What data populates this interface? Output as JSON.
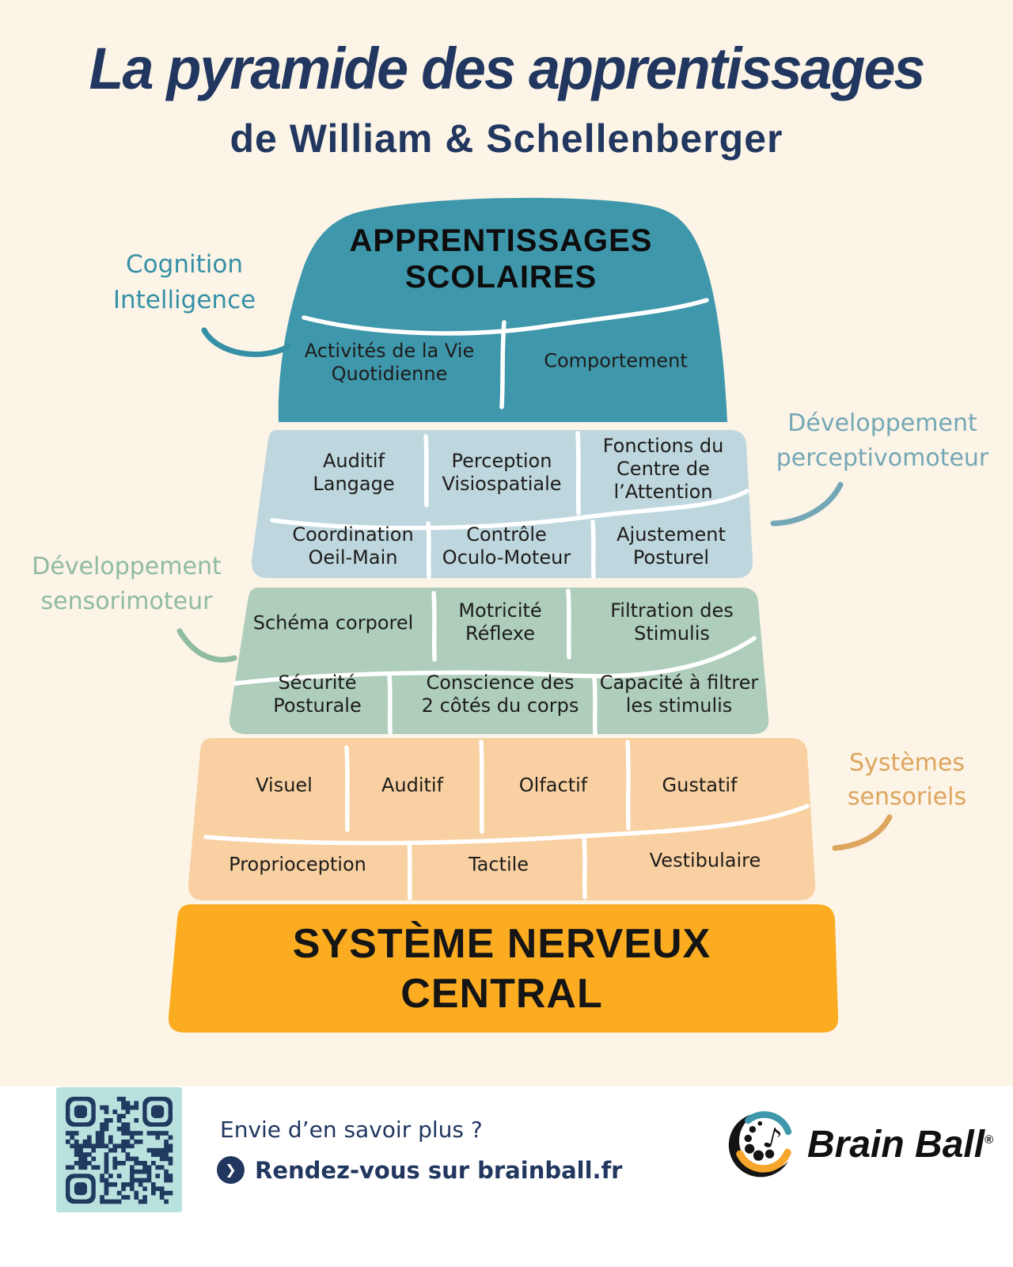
{
  "title": {
    "main": "La pyramide des apprentissages",
    "subtitle": "de William & Schellenberger"
  },
  "side_labels": {
    "cognition": "Cognition\nIntelligence",
    "perceptivomoteur": "Développement\nperceptivomoteur",
    "sensorimoteur": "Développement\nsensorimoteur",
    "sensoriels": "Systèmes\nsensoriels"
  },
  "pyramid": {
    "levels": [
      {
        "name": "Apprentissages scolaires",
        "header": "APPRENTISSAGES\nSCOLAIRES",
        "cells": [
          "Activités de la Vie\nQuotidienne",
          "Comportement"
        ]
      },
      {
        "name": "Développement perceptivomoteur",
        "rows": [
          [
            "Auditif\nLangage",
            "Perception\nVisiospatiale",
            "Fonctions du\nCentre de\nl’Attention"
          ],
          [
            "Coordination\nOeil-Main",
            "Contrôle\nOculo-Moteur",
            "Ajustement\nPosturel"
          ]
        ]
      },
      {
        "name": "Développement sensorimoteur",
        "rows": [
          [
            "Schéma corporel",
            "Motricité\nRéflexe",
            "Filtration des\nStimulis"
          ],
          [
            "Sécurité\nPosturale",
            "Conscience des\n2 côtés du corps",
            "Capacité à filtrer\nles stimulis"
          ]
        ]
      },
      {
        "name": "Systèmes sensoriels",
        "rows": [
          [
            "Visuel",
            "Auditif",
            "Olfactif",
            "Gustatif"
          ],
          [
            "Proprioception",
            "Tactile",
            "Vestibulaire"
          ]
        ]
      },
      {
        "name": "Système nerveux central",
        "header": "SYSTÈME NERVEUX\nCENTRAL"
      }
    ]
  },
  "footer": {
    "question": "Envie d’en savoir plus ?",
    "link": "Rendez-vous sur brainball.fr",
    "chevron_icon": "❯",
    "brand": "Brain Ball",
    "brand_reg": "®"
  },
  "colors": {
    "background": "#fcf4e7",
    "footer_background": "#ffffff",
    "navy": "#21375f",
    "teal_block": "#3f97ac",
    "blue_block": "#bed6dd",
    "green_block": "#aecdbb",
    "peach_block": "#f9d0a1",
    "orange_block": "#fbac21",
    "label_cognition": "#3590a6",
    "label_perceptivomoteur": "#74a7b5",
    "label_sensorimoteur": "#8fbb9f",
    "label_sensoriels": "#dda55e",
    "cell_text": "#1d1c1a",
    "qr_bg": "#b9e2df",
    "qr_fg": "#203a60"
  }
}
